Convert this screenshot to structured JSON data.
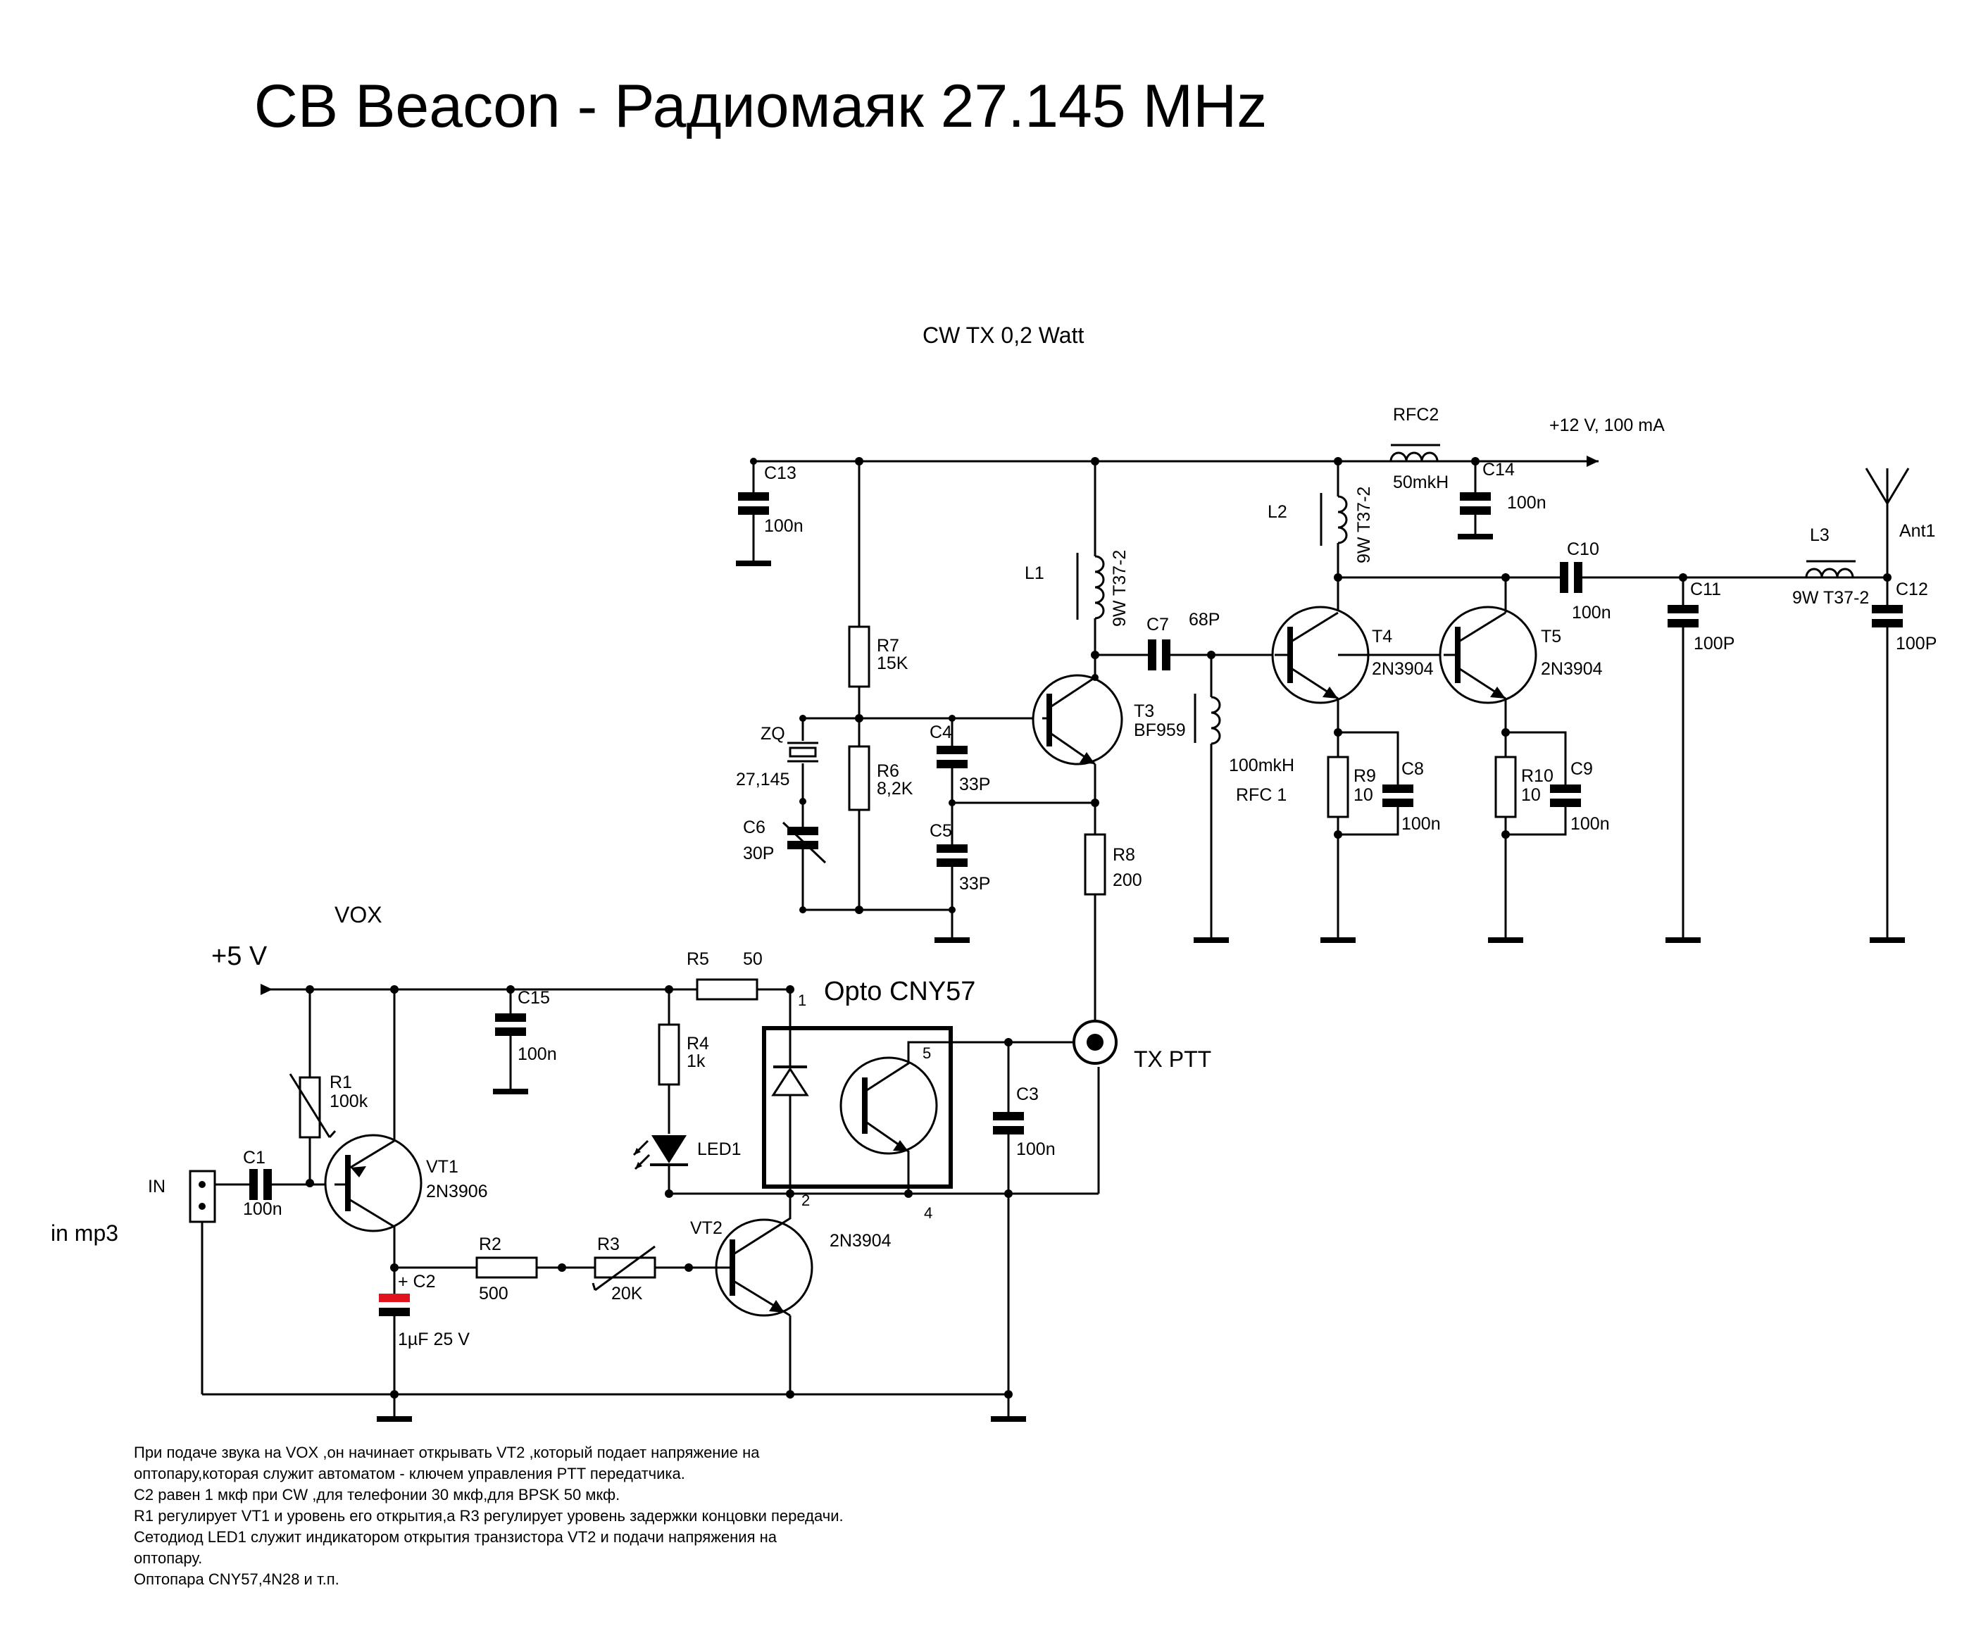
{
  "title": "CB Beacon - Радиомаяк  27.145 MHz",
  "subtitle": "CW  TX 0,2 Watt",
  "supply": {
    "v12": "+12 V, 100 mA",
    "v5": "+5 V"
  },
  "sections": {
    "vox": "VOX",
    "opto": "Opto CNY57",
    "in_mp3": "in mp3",
    "in": "IN",
    "tx_ptt": "TX PTT"
  },
  "parts": {
    "C13": {
      "ref": "C13",
      "value": "100n"
    },
    "R7": {
      "ref": "R7",
      "value": "15K"
    },
    "R6": {
      "ref": "R6",
      "value": "8,2K"
    },
    "ZQ": {
      "ref": "ZQ",
      "value": "27,145"
    },
    "C6": {
      "ref": "C6",
      "value": "30P"
    },
    "C4": {
      "ref": "C4",
      "value": "33P"
    },
    "C5": {
      "ref": "C5",
      "value": "33P"
    },
    "L1": {
      "ref": "L1",
      "value": "9W T37-2"
    },
    "T3": {
      "ref": "T3",
      "value": "BF959"
    },
    "R8": {
      "ref": "R8",
      "value": "200"
    },
    "C7": {
      "ref": "C7",
      "value": "68P"
    },
    "RFC1": {
      "ref": "RFC 1",
      "value": "100mkH"
    },
    "RFC2": {
      "ref": "RFC2",
      "value": "50mkH"
    },
    "C14": {
      "ref": "C14",
      "value": "100n"
    },
    "L2": {
      "ref": "L2",
      "value": "9W T37-2"
    },
    "T4": {
      "ref": "T4",
      "value": "2N3904"
    },
    "T5": {
      "ref": "T5",
      "value": "2N3904"
    },
    "R9": {
      "ref": "R9",
      "value": "10"
    },
    "C8": {
      "ref": "C8",
      "value": "100n"
    },
    "R10": {
      "ref": "R10",
      "value": "10"
    },
    "C9": {
      "ref": "C9",
      "value": "100n"
    },
    "C10": {
      "ref": "C10",
      "value": "100n"
    },
    "C11": {
      "ref": "C11",
      "value": "100P"
    },
    "L3": {
      "ref": "L3",
      "value": "9W T37-2"
    },
    "C12": {
      "ref": "C12",
      "value": "100P"
    },
    "Ant1": {
      "ref": "Ant1"
    },
    "R5": {
      "ref": "R5",
      "value": "50"
    },
    "C15": {
      "ref": "C15",
      "value": "100n"
    },
    "R4": {
      "ref": "R4",
      "value": "1k"
    },
    "LED1": {
      "ref": "LED1"
    },
    "C3": {
      "ref": "C3",
      "value": "100n"
    },
    "R1": {
      "ref": "R1",
      "value": "100k"
    },
    "C1": {
      "ref": "C1",
      "value": "100n"
    },
    "VT1": {
      "ref": "VT1",
      "value": "2N3906"
    },
    "C2": {
      "ref": "+ C2",
      "value": "1µF 25 V"
    },
    "R2": {
      "ref": "R2",
      "value": "500"
    },
    "R3": {
      "ref": "R3",
      "value": "20K"
    },
    "VT2": {
      "ref": "VT2",
      "value": "2N3904"
    }
  },
  "pins": {
    "p1": "1",
    "p2": "2",
    "p4": "4",
    "p5": "5"
  },
  "notes": [
    "При подаче звука на VOX ,он начинает открывать VT2 ,который подает напряжение на",
    "оптопару,которая  служит автоматом - ключем управления PTT передатчика.",
    "C2 равен 1 мкф при CW ,для телефонии 30 мкф,для BPSK 50 мкф.",
    "R1 регулирует VT1 и уровень его открытия,а R3 регулирует уровень задержки концовки передачи.",
    "Сетодиод LED1 служит индикатором открытия транзистора VT2 и подачи напряжения на",
    "оптопару.",
    "Оптопара CNY57,4N28 и т.п."
  ],
  "colors": {
    "ink": "#000000",
    "c2_plate": "#e0121c",
    "paper": "#ffffff"
  }
}
